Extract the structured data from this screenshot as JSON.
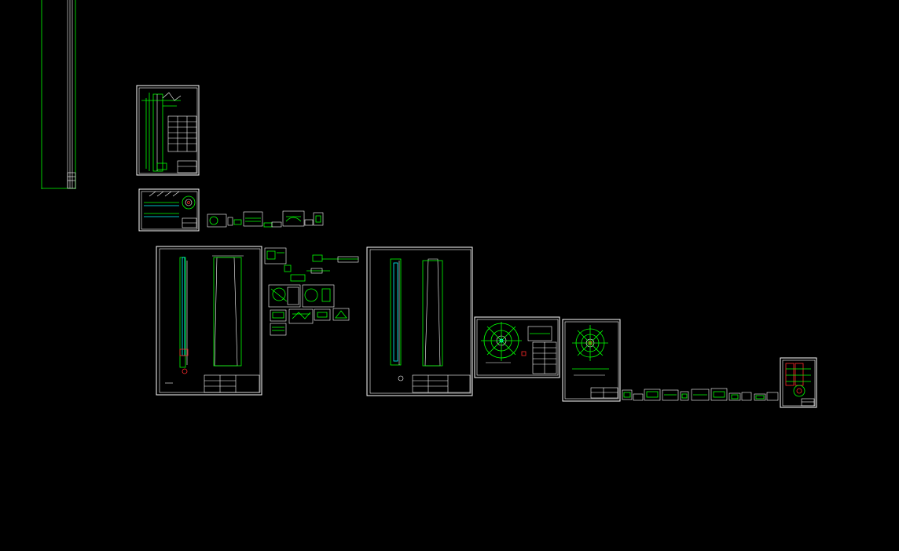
{
  "app": {
    "background_color": "#000000",
    "line_colors": {
      "primary": "#00ff00",
      "frame": "#ffffff",
      "accent": "#00ffff",
      "marker": "#ff2a2a"
    }
  },
  "sheets": [
    {
      "id": "tall-strip",
      "kind": "elevation"
    },
    {
      "id": "sheet-a",
      "kind": "drawing-with-table"
    },
    {
      "id": "sheet-b",
      "kind": "drawing-with-section"
    },
    {
      "id": "sheet-c",
      "kind": "tower-elevation"
    },
    {
      "id": "sheet-d",
      "kind": "tower-elevation"
    },
    {
      "id": "sheet-e",
      "kind": "plan-with-table"
    },
    {
      "id": "sheet-f",
      "kind": "plan"
    },
    {
      "id": "sheet-g",
      "kind": "small-plan"
    }
  ]
}
